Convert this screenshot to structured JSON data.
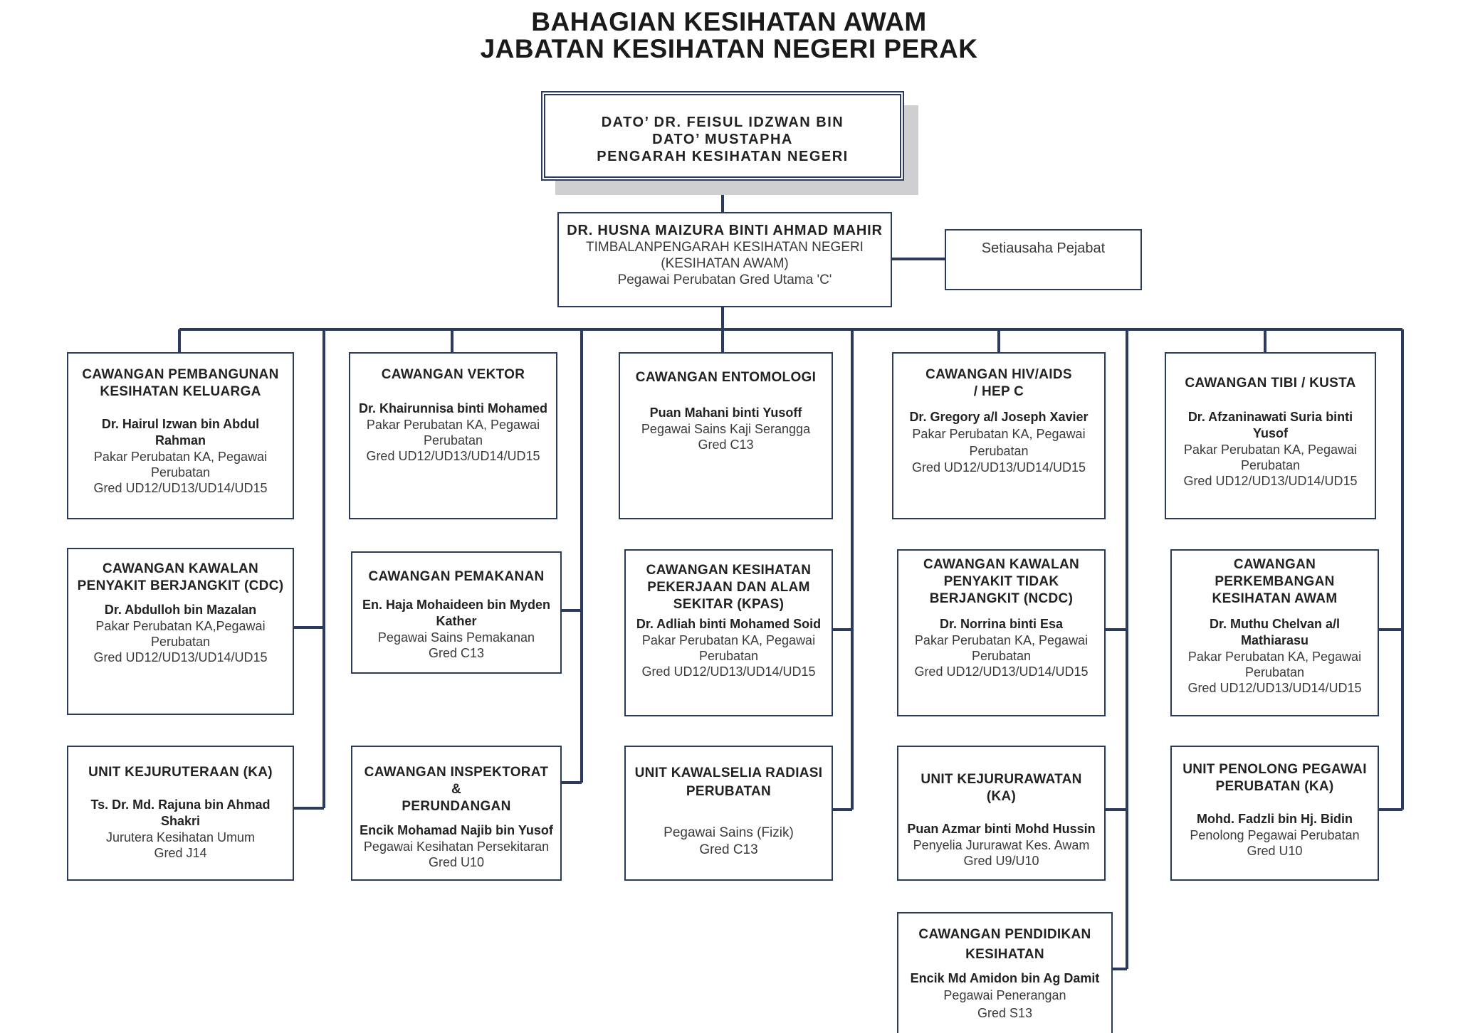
{
  "title": {
    "line1": "BAHAGIAN KESIHATAN AWAM",
    "line2": "JABATAN KESIHATAN NEGERI PERAK"
  },
  "director": {
    "line1": "DATO’ DR. FEISUL IDZWAN BIN",
    "line2": "DATO’ MUSTAPHA",
    "line3": "PENGARAH KESIHATAN NEGERI"
  },
  "deputy": {
    "name": "DR. HUSNA MAIZURA BINTI AHMAD MAHIR",
    "line1": "TIMBALANPENGARAH KESIHATAN NEGERI",
    "line2": "(KESIHATAN AWAM)",
    "line3": "Pegawai Perubatan Gred Utama 'C'"
  },
  "secretary": {
    "label": "Setiausaha Pejabat"
  },
  "units": [
    {
      "id": "u1",
      "head": "CAWANGAN PEMBANGUNAN\nKESIHATAN KELUARGA",
      "name": "Dr. Hairul Izwan bin Abdul\nRahman",
      "role": "Pakar Perubatan KA, Pegawai\nPerubatan",
      "grade": "Gred UD12/UD13/UD14/UD15"
    },
    {
      "id": "u2",
      "head": "CAWANGAN KAWALAN\nPENYAKIT BERJANGKIT (CDC)",
      "name": "Dr. Abdulloh bin Mazalan",
      "role": "Pakar Perubatan KA,Pegawai\nPerubatan",
      "grade": "Gred UD12/UD13/UD14/UD15"
    },
    {
      "id": "u3",
      "head": "UNIT KEJURUTERAAN (KA)",
      "name": "Ts. Dr. Md. Rajuna bin Ahmad\nShakri",
      "role": "Jurutera Kesihatan Umum",
      "grade": "Gred J14"
    },
    {
      "id": "u4",
      "head": "CAWANGAN VEKTOR",
      "name": "Dr. Khairunnisa binti Mohamed",
      "role": "Pakar Perubatan KA, Pegawai\nPerubatan",
      "grade": "Gred UD12/UD13/UD14/UD15"
    },
    {
      "id": "u5",
      "head": "CAWANGAN PEMAKANAN",
      "name": "En. Haja Mohaideen bin Myden\nKather",
      "role": "Pegawai Sains Pemakanan",
      "grade": "Gred C13"
    },
    {
      "id": "u6",
      "head": "CAWANGAN INSPEKTORAT &\nPERUNDANGAN",
      "name": "Encik Mohamad Najib bin Yusof",
      "role": "Pegawai Kesihatan Persekitaran",
      "grade": "Gred U10"
    },
    {
      "id": "u7",
      "head": "CAWANGAN ENTOMOLOGI",
      "name": "Puan Mahani binti Yusoff",
      "role": "Pegawai Sains Kaji Serangga",
      "grade": "Gred C13"
    },
    {
      "id": "u8",
      "head": "CAWANGAN KESIHATAN\nPEKERJAAN DAN ALAM\nSEKITAR (KPAS)",
      "name": "Dr. Adliah binti Mohamed Soid",
      "role": "Pakar Perubatan KA, Pegawai\nPerubatan",
      "grade": "Gred UD12/UD13/UD14/UD15"
    },
    {
      "id": "u9",
      "head": "UNIT KAWALSELIA RADIASI\nPERUBATAN",
      "name": "",
      "role": "Pegawai Sains (Fizik)",
      "grade": "Gred C13"
    },
    {
      "id": "u10",
      "head": "CAWANGAN HIV/AIDS\n/ HEP C",
      "name": "Dr. Gregory a/l Joseph Xavier",
      "role": "Pakar Perubatan KA, Pegawai\nPerubatan",
      "grade": "Gred UD12/UD13/UD14/UD15"
    },
    {
      "id": "u11",
      "head": "CAWANGAN KAWALAN\nPENYAKIT TIDAK\nBERJANGKIT (NCDC)",
      "name": "Dr. Norrina binti Esa",
      "role": "Pakar Perubatan KA, Pegawai\nPerubatan",
      "grade": "Gred UD12/UD13/UD14/UD15"
    },
    {
      "id": "u12",
      "head": "UNIT KEJURURAWATAN (KA)",
      "name": "Puan Azmar binti Mohd Hussin",
      "role": "Penyelia Jururawat Kes. Awam",
      "grade": "Gred U9/U10"
    },
    {
      "id": "u13",
      "head": "CAWANGAN PENDIDIKAN\nKESIHATAN",
      "name": "Encik Md Amidon bin Ag Damit",
      "role": "Pegawai Penerangan",
      "grade": "Gred S13"
    },
    {
      "id": "u14",
      "head": "CAWANGAN TIBI / KUSTA",
      "name": "Dr. Afzaninawati Suria binti\nYusof",
      "role": "Pakar Perubatan KA, Pegawai\nPerubatan",
      "grade": "Gred UD12/UD13/UD14/UD15"
    },
    {
      "id": "u15",
      "head": "CAWANGAN\nPERKEMBANGAN\nKESIHATAN AWAM",
      "name": "Dr. Muthu Chelvan a/l\nMathiarasu",
      "role": "Pakar Perubatan KA, Pegawai\nPerubatan",
      "grade": "Gred UD12/UD13/UD14/UD15"
    },
    {
      "id": "u16",
      "head": "UNIT PENOLONG PEGAWAI\nPERUBATAN (KA)",
      "name": "Mohd. Fadzli bin Hj. Bidin",
      "role": "Penolong Pegawai Perubatan",
      "grade": "Gred U10"
    }
  ],
  "colors": {
    "line": "#2a3b5c",
    "shadow": "#cfcfd2"
  }
}
